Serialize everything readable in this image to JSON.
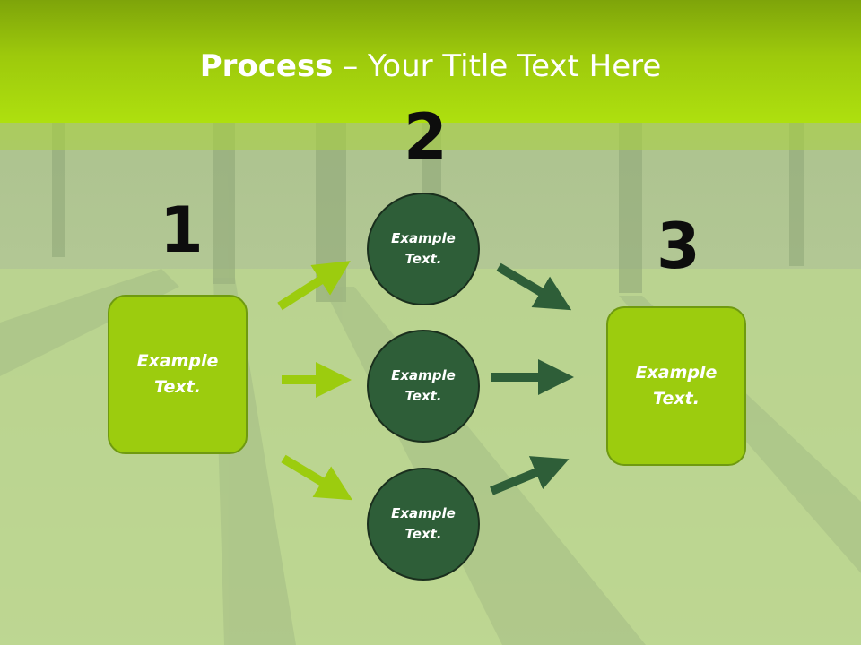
{
  "slide": {
    "title_bold": "Process",
    "title_rest": " – Your Title Text Here"
  },
  "steps": [
    {
      "number": "1",
      "text": "Example\nText."
    },
    {
      "number": "2",
      "text": "Example\nText."
    },
    {
      "number": "3",
      "text": "Example\nText."
    }
  ],
  "circles": [
    {
      "text": "Example\nText."
    },
    {
      "text": "Example\nText."
    },
    {
      "text": "Example\nText."
    }
  ],
  "colors": {
    "light_green": "#9ccc0e",
    "dark_green": "#2e5e38",
    "header_green": "#aee00e"
  }
}
